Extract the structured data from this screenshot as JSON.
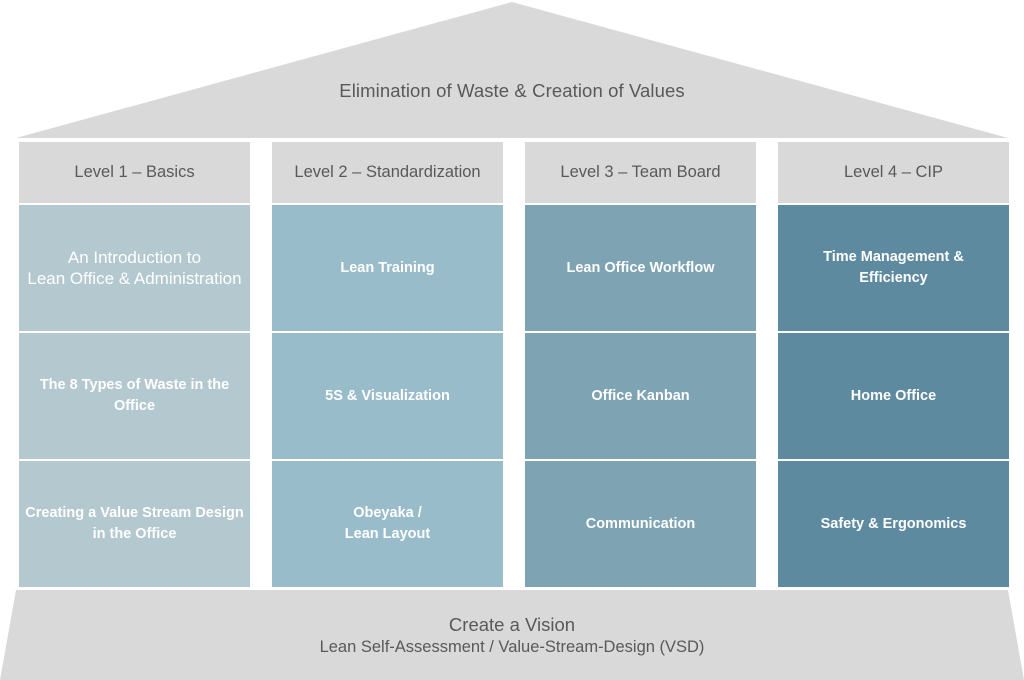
{
  "roof": {
    "title": "Elimination of Waste & Creation of Values"
  },
  "pillars": [
    {
      "header": "Level 1 – Basics",
      "cells": [
        "An Introduction to\nLean Office & Administration",
        "The 8 Types of Waste in the\nOffice",
        "Creating a Value Stream Design\nin the Office"
      ]
    },
    {
      "header": "Level 2 – Standardization",
      "cells": [
        "Lean Training",
        "5S & Visualization",
        "Obeyaka /\nLean Layout"
      ]
    },
    {
      "header": "Level 3 – Team Board",
      "cells": [
        "Lean Office Workflow",
        "Office Kanban",
        "Communication"
      ]
    },
    {
      "header": "Level 4 – CIP",
      "cells": [
        "Time Management &\nEfficiency",
        "Home Office",
        "Safety & Ergonomics"
      ]
    }
  ],
  "base": {
    "title": "Create a Vision",
    "subtitle": "Lean Self-Assessment / Value-Stream-Design (VSD)"
  },
  "colors": {
    "roof": "#d9d9d9",
    "level1": "#b4c8d0",
    "level2": "#99bccb",
    "level3": "#7ea3b3",
    "level4": "#5e8aa0",
    "text_dark": "#595959"
  }
}
